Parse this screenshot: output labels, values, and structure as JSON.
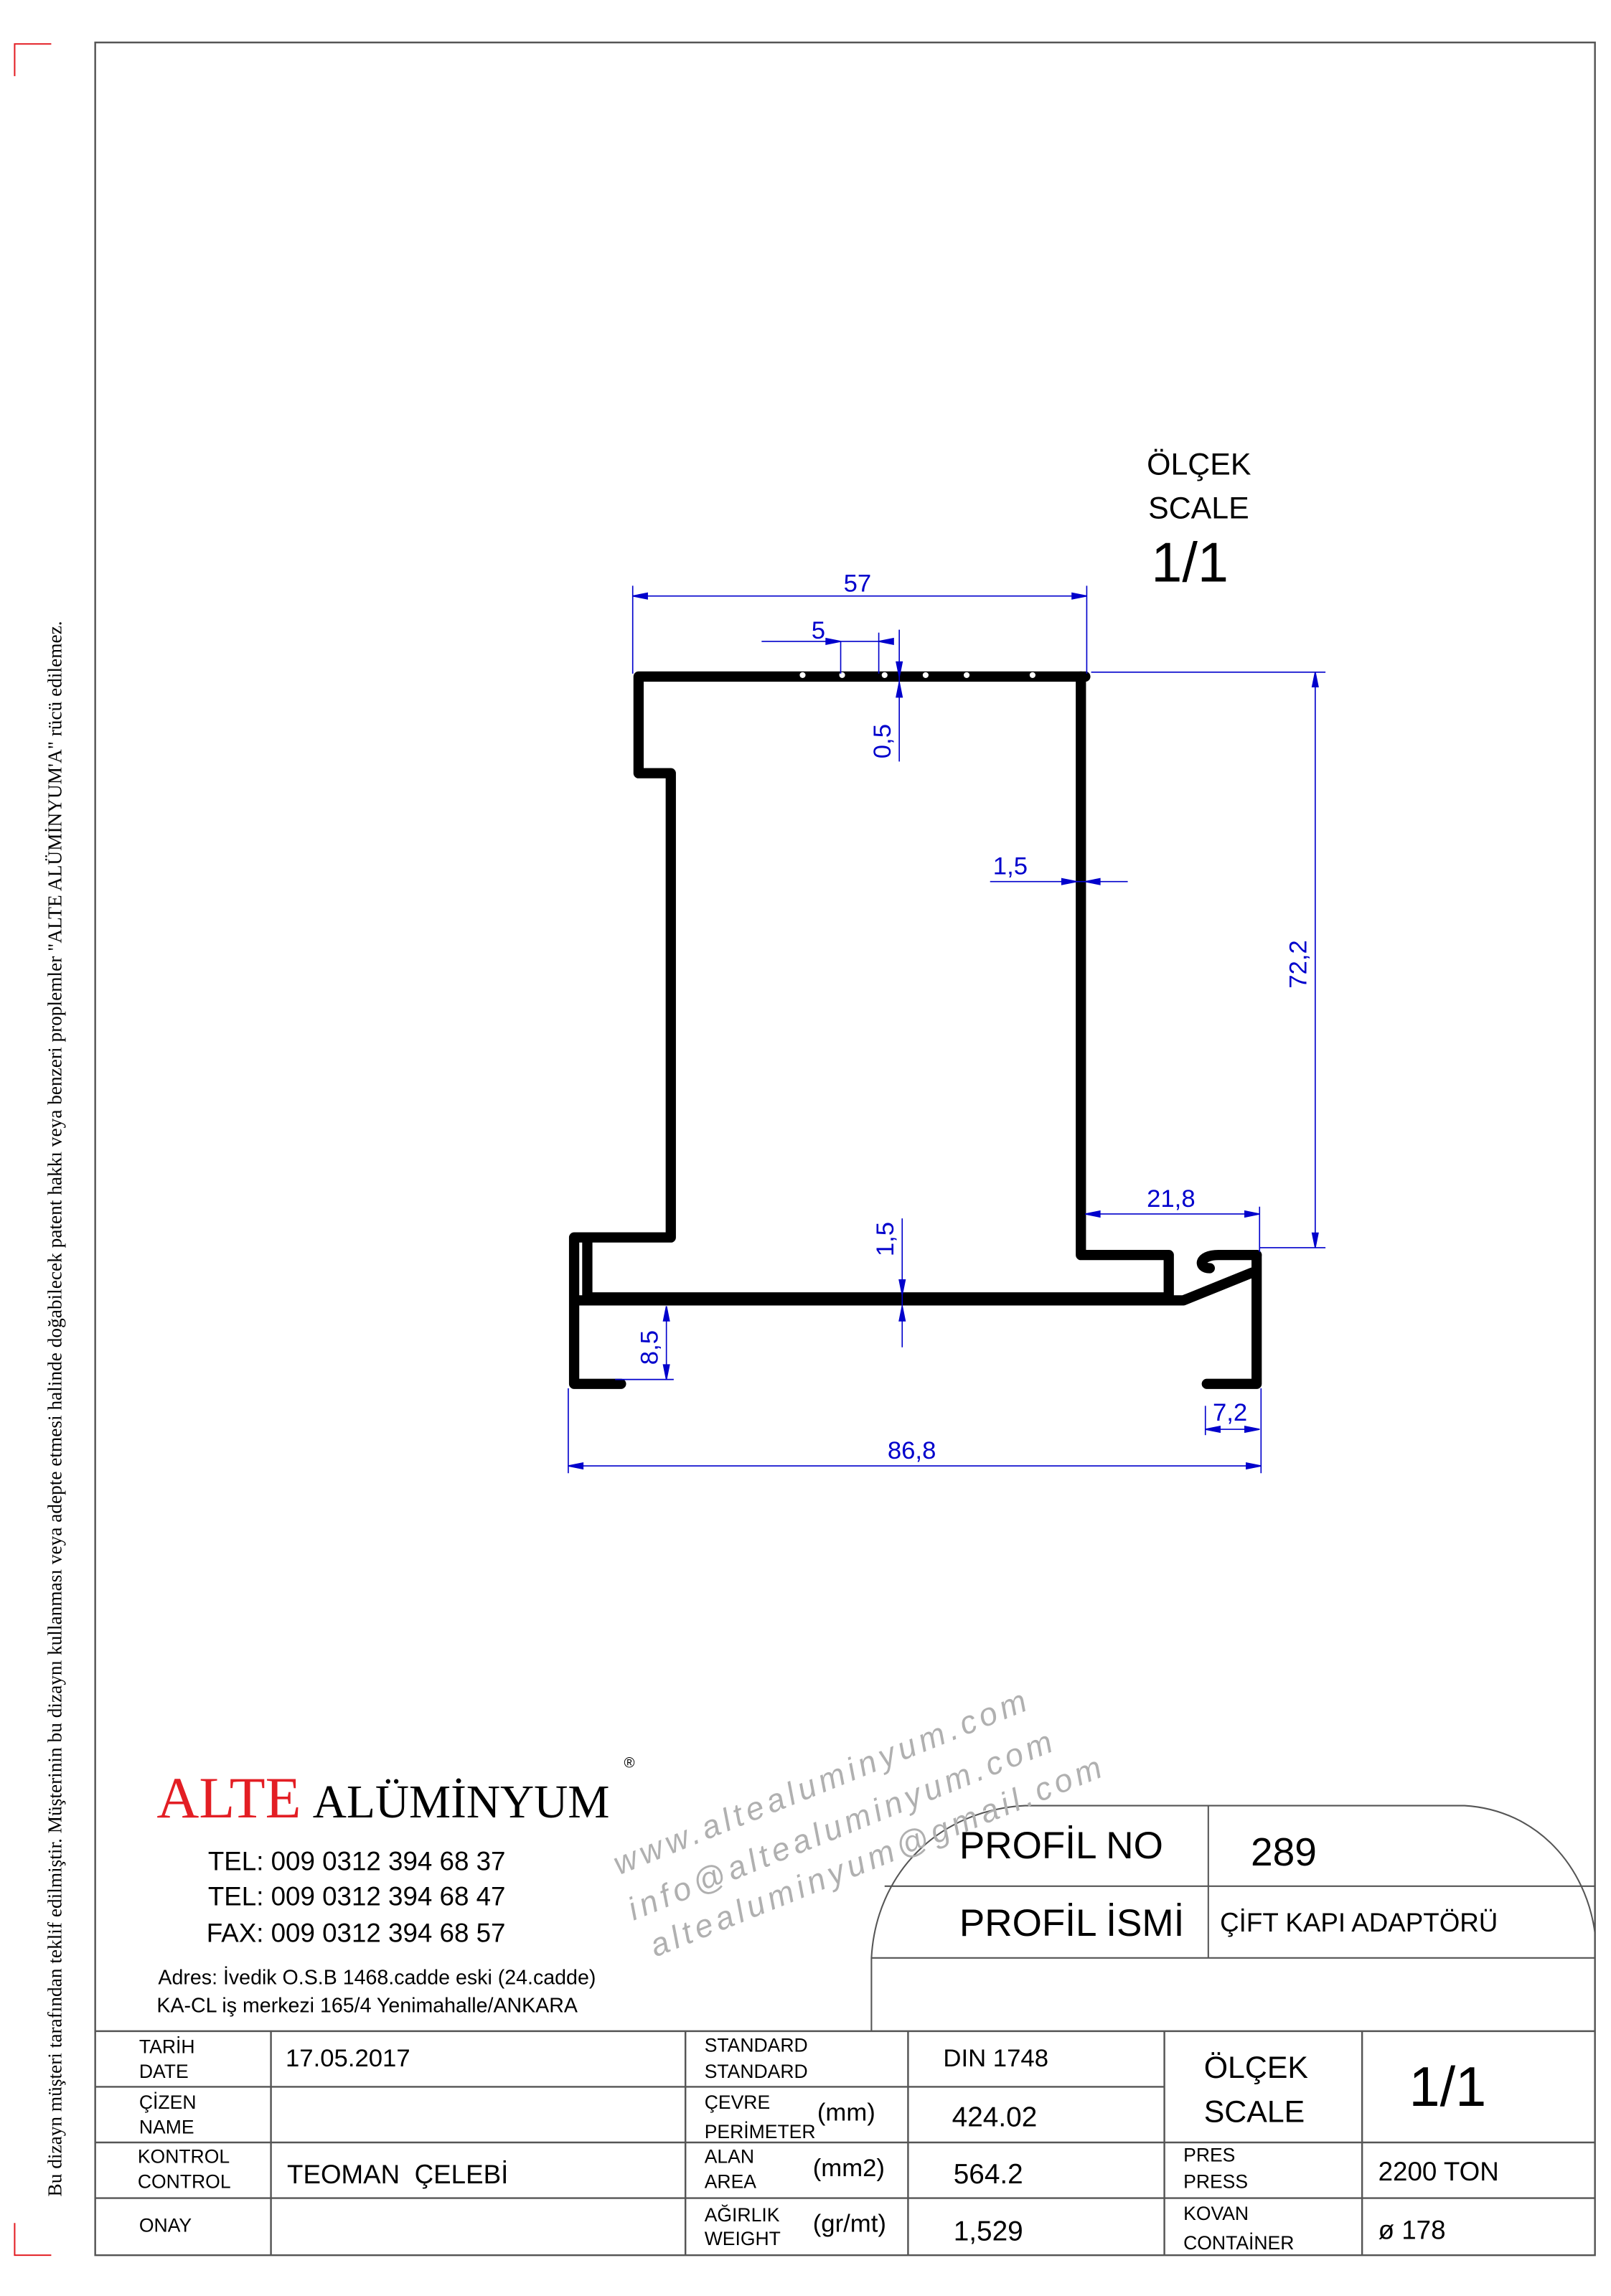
{
  "disclaimer": "Bu dizayn müşteri tarafından teklif edilmiştir. Müşterinin bu dizaynı kullanması veya adepte etmesi halinde doğabilecek patent hakkı veya benzeri proplemler \"ALTE ALÜMİNYUM'A\" rücü edilemez.",
  "scale_header": {
    "label_tr": "ÖLÇEK",
    "label_en": "SCALE",
    "value": "1/1"
  },
  "dimensions": {
    "overall_top_width": "57",
    "serration_pitch": "5",
    "serration_depth": "0,5",
    "wall_thickness_right": "1,5",
    "height": "72,2",
    "flange_width": "21,8",
    "web_thickness": "1,5",
    "lower_leg": "8,5",
    "hook_width": "7,2",
    "overall_width": "86,8"
  },
  "company": {
    "brand_red": "ALTE",
    "brand_black": "ALÜMİNYUM",
    "registered": "®",
    "tel1": "TEL: 009 0312 394 68 37",
    "tel2": "TEL: 009 0312 394 68 47",
    "fax": "FAX: 009 0312 394 68 57",
    "address1": "Adres: İvedik O.S.B 1468.cadde eski (24.cadde)",
    "address2": "KA-CL iş merkezi 165/4 Yenimahalle/ANKARA",
    "watermark": [
      "www.altealuminyum.com",
      "info@altealuminyum.com",
      "altealuminyum@gmail.com"
    ],
    "accent_color": "#e31e24"
  },
  "profile": {
    "no_label": "PROFİL NO",
    "no_value": "289",
    "name_label": "PROFİL İSMİ",
    "name_value": "ÇİFT KAPI ADAPTÖRÜ"
  },
  "title_block": {
    "date_label": [
      "TARİH",
      "DATE"
    ],
    "date_value": "17.05.2017",
    "name_label": [
      "ÇİZEN",
      "NAME"
    ],
    "name_value": "",
    "control_label": [
      "KONTROL",
      "CONTROL"
    ],
    "control_value": "TEOMAN  ÇELEBİ",
    "approval_label": "ONAY",
    "approval_value": "",
    "standard_label": [
      "STANDARD",
      "STANDARD"
    ],
    "standard_value": "DIN 1748",
    "perimeter_label": [
      "ÇEVRE",
      "PERİMETER"
    ],
    "perimeter_unit": "(mm)",
    "perimeter_value": "424.02",
    "area_label": [
      "ALAN",
      "AREA"
    ],
    "area_unit": "(mm2)",
    "area_value": "564.2",
    "weight_label": [
      "AĞIRLIK",
      "WEIGHT"
    ],
    "weight_unit": "(gr/mt)",
    "weight_value": "1,529",
    "scale_label": [
      "ÖLÇEK",
      "SCALE"
    ],
    "scale_value": "1/1",
    "press_label": [
      "PRES",
      "PRESS"
    ],
    "press_value": "2200 TON",
    "container_label": [
      "KOVAN",
      "CONTAİNER"
    ],
    "container_value": "ø 178"
  }
}
